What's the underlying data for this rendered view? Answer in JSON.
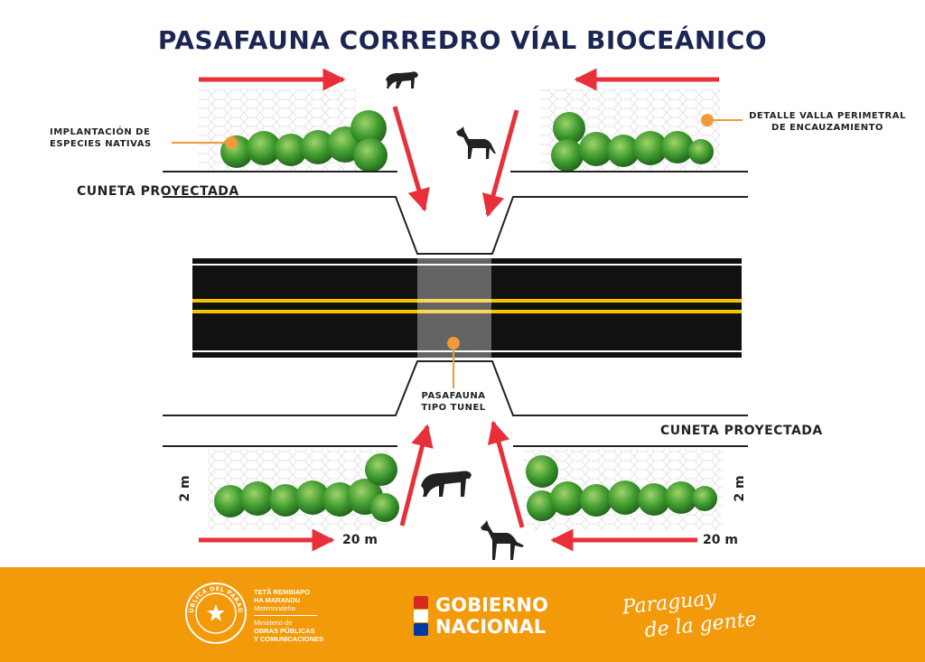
{
  "title": "PASAFAUNA CORREDRO VÍAL BIOCEÁNICO",
  "labels": {
    "natives": "IMPLANTACIÓN DE\nESPECIES NATIVAS",
    "fence": "DETALLE VALLA PERIMETRAL\nDE ENCAUZAMIENTO",
    "ditch_top": "CUNETA PROYECTADA",
    "ditch_bottom": "CUNETA PROYECTADA",
    "tunnel": "PASAFAUNA\nTIPO TUNEL"
  },
  "dimensions": {
    "height_left": "2 m",
    "height_right": "2 m",
    "width_left": "20 m",
    "width_right": "20 m"
  },
  "animals": [
    "puma-icon",
    "maned-wolf-icon",
    "jaguar-icon",
    "fox-icon"
  ],
  "colors": {
    "title": "#1c2654",
    "arrow": "#e8303a",
    "road": "#111111",
    "road_line": "#f5c400",
    "marker": "#f29a3a",
    "footer": "#f39a0b",
    "vegetation": "#3f9b2f"
  },
  "footer": {
    "seal_text": "REPÚBLICA DEL PARAGUAY",
    "ministry_line1": "TETÃ REMBIAPO",
    "ministry_line2": "HA MARANDU",
    "ministry_line3": "Motenondeha",
    "ministry_line4": "Ministerio de",
    "ministry_line5": "OBRAS PÚBLICAS",
    "ministry_line6": "Y COMUNICACIONES",
    "gov_line1": "GOBIERNO",
    "gov_line2": "NACIONAL",
    "slogan_line1": "Paraguay",
    "slogan_line2": "de la gente"
  }
}
